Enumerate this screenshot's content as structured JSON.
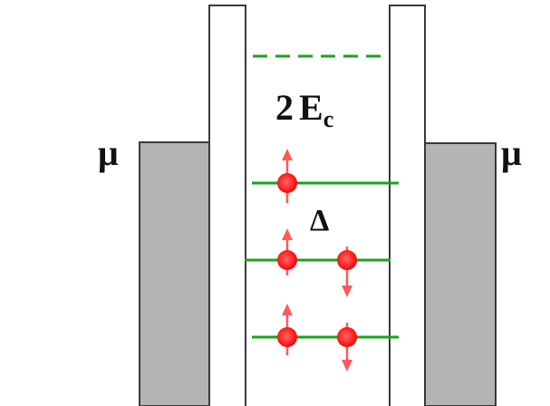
{
  "labels": {
    "left_lead": "μ",
    "right_lead": "μ",
    "charging_energy_coeff": "2",
    "charging_energy_symbol": "E",
    "charging_energy_subscript": "c",
    "level_spacing": "Δ"
  },
  "colors": {
    "lead_fill": "#b4b4b4",
    "outline": "#3a3a3a",
    "level_line": "#1aa31a",
    "electron": "#ff1a1a",
    "spin_arrow": "#ff5a5a"
  },
  "levels": [
    {
      "style": "dashed",
      "electrons": 0
    },
    {
      "style": "solid",
      "electrons": 1
    },
    {
      "style": "solid",
      "electrons": 2
    },
    {
      "style": "solid",
      "electrons": 2
    }
  ]
}
